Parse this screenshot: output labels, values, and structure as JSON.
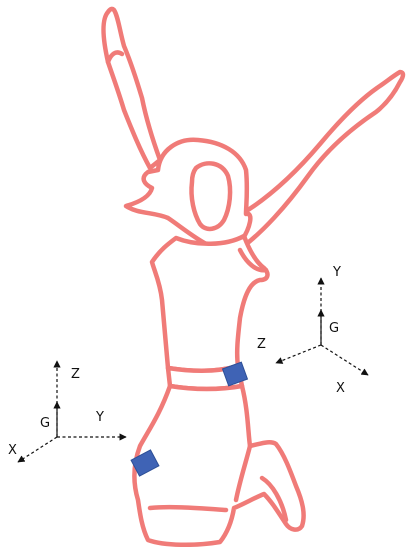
{
  "figure": {
    "subject": "jumping-person-outline",
    "outline_color": "#f07b78",
    "sensor_color": "#3f63b5"
  },
  "frames": {
    "left": {
      "z": "Z",
      "y": "Y",
      "x": "X",
      "g": "G"
    },
    "right": {
      "y": "Y",
      "z": "Z",
      "x": "X",
      "g": "G"
    }
  }
}
